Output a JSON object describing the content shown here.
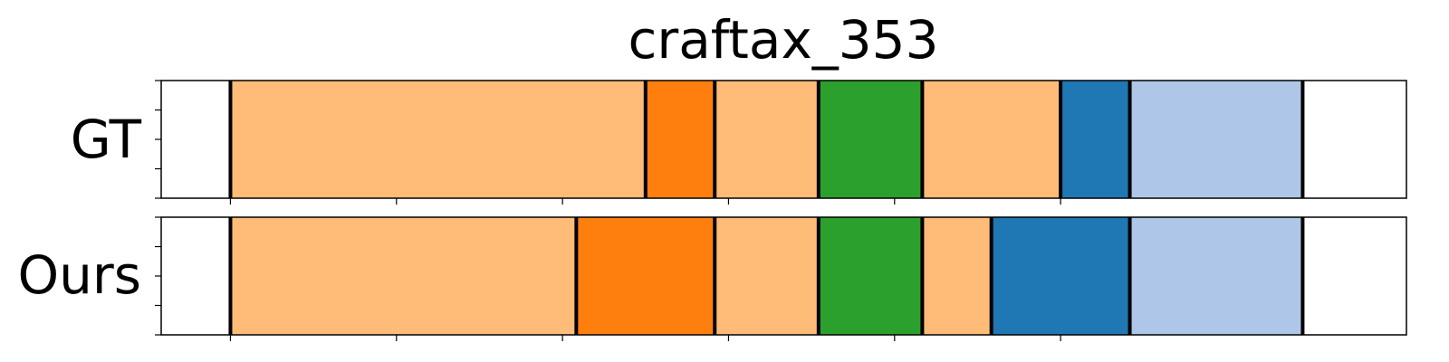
{
  "chart_data": {
    "type": "segmentation_timeline",
    "title": "craftax_353",
    "rows": [
      {
        "label": "GT",
        "segments": [
          {
            "start": 0.0,
            "end": 0.25,
            "color": "#ffbb78"
          },
          {
            "start": 0.25,
            "end": 0.2917,
            "color": "#ff7f0e"
          },
          {
            "start": 0.2917,
            "end": 0.3542,
            "color": "#ffbb78"
          },
          {
            "start": 0.3542,
            "end": 0.4167,
            "color": "#2ca02c"
          },
          {
            "start": 0.4167,
            "end": 0.5,
            "color": "#ffbb78"
          },
          {
            "start": 0.5,
            "end": 0.5417,
            "color": "#1f77b4"
          },
          {
            "start": 0.5417,
            "end": 0.6458,
            "color": "#aec7e8"
          }
        ]
      },
      {
        "label": "Ours",
        "segments": [
          {
            "start": 0.0,
            "end": 0.2083,
            "color": "#ffbb78"
          },
          {
            "start": 0.2083,
            "end": 0.2917,
            "color": "#ff7f0e"
          },
          {
            "start": 0.2917,
            "end": 0.3542,
            "color": "#ffbb78"
          },
          {
            "start": 0.3542,
            "end": 0.4167,
            "color": "#2ca02c"
          },
          {
            "start": 0.4167,
            "end": 0.4583,
            "color": "#ffbb78"
          },
          {
            "start": 0.4583,
            "end": 0.5417,
            "color": "#1f77b4"
          },
          {
            "start": 0.5417,
            "end": 0.6458,
            "color": "#aec7e8"
          }
        ]
      }
    ],
    "xlim": [
      -0.0417,
      0.7083
    ],
    "xticks": [
      0.0,
      0.1,
      0.2,
      0.3,
      0.4,
      0.5
    ],
    "yticks_per_row": 5,
    "boundary_color": "#000000",
    "background_color": "#ffffff"
  }
}
